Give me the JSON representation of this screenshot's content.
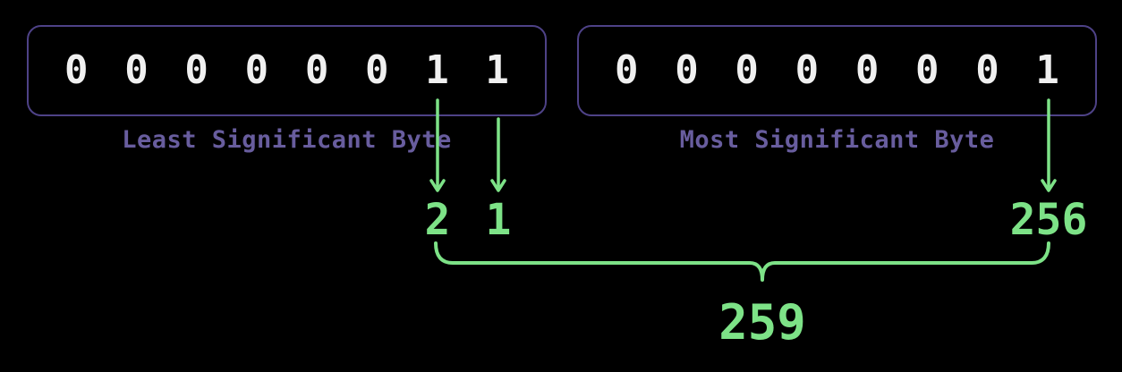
{
  "colors": {
    "background": "#000000",
    "box_border": "#4e4287",
    "label": "#685d9e",
    "digit": "#f0f0f0",
    "accent_green": "#7de287"
  },
  "lsb": {
    "bits": [
      "0",
      "0",
      "0",
      "0",
      "0",
      "0",
      "1",
      "1"
    ],
    "label": "Least Significant Byte"
  },
  "msb": {
    "bits": [
      "0",
      "0",
      "0",
      "0",
      "0",
      "0",
      "0",
      "1"
    ],
    "label": "Most Significant Byte"
  },
  "values": {
    "bit1": "2",
    "bit0": "1",
    "bit8": "256",
    "total": "259"
  }
}
